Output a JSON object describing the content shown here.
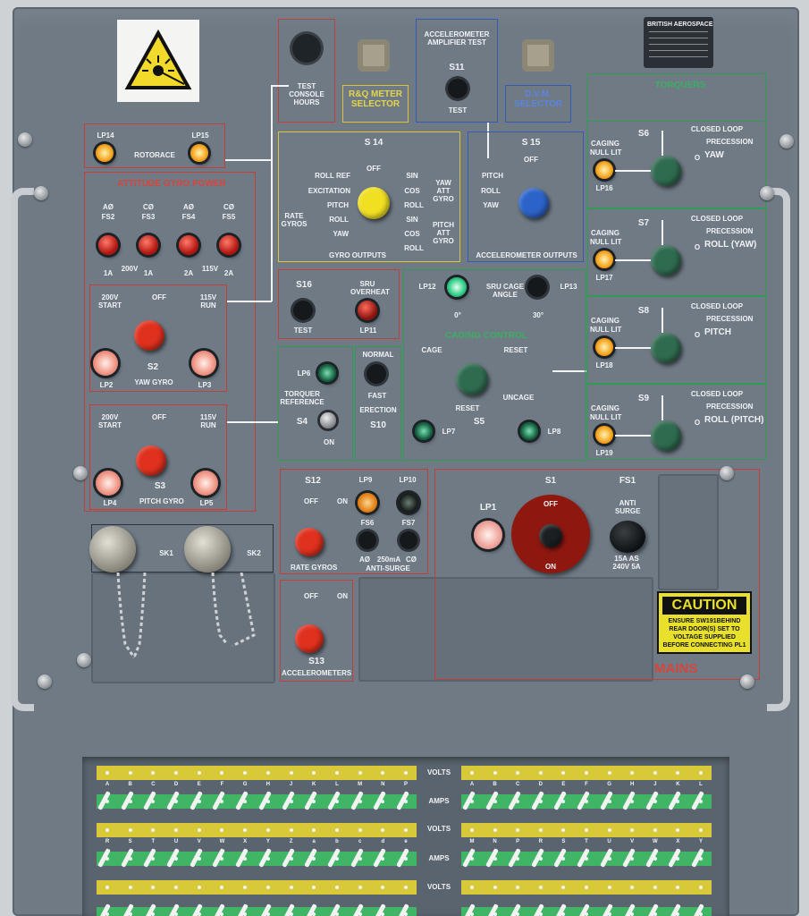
{
  "top_center": {
    "test_console_hours": "TEST CONSOLE HOURS",
    "rq_meter_selector": "R&Q METER SELECTOR",
    "accel_amp_test": "ACCELEROMETER AMPLIFIER TEST",
    "s11": "S11",
    "test": "TEST",
    "dvm_selector": "D.V.M. SELECTOR",
    "plate": "BRITISH AEROSPACE"
  },
  "rotorace": {
    "lp14": "LP14",
    "lp15": "LP15",
    "label": "ROTORACE"
  },
  "attitude_gyro_power": {
    "title": "ATTITUDE GYRO POWER",
    "fuses": [
      {
        "top": "AØ",
        "name": "FS2",
        "rating": "1A"
      },
      {
        "top": "CØ",
        "name": "FS3",
        "rating": "1A"
      },
      {
        "top": "AØ",
        "name": "FS4",
        "rating": "2A"
      },
      {
        "top": "CØ",
        "name": "FS5",
        "rating": "2A"
      }
    ],
    "v200": "200V",
    "v115": "115V",
    "s2": {
      "start": "200V START",
      "off": "OFF",
      "run": "115V RUN",
      "name": "S2",
      "gyro": "YAW GYRO",
      "lp_left": "LP2",
      "lp_right": "LP3"
    },
    "s3": {
      "start": "200V START",
      "off": "OFF",
      "run": "115V RUN",
      "name": "S3",
      "gyro": "PITCH GYRO",
      "lp_left": "LP4",
      "lp_right": "LP5"
    }
  },
  "s14": {
    "name": "S 14",
    "off": "OFF",
    "left": [
      "ROLL REF",
      "EXCITATION",
      "PITCH",
      "ROLL",
      "YAW"
    ],
    "rate_gyros": "RATE GYROS",
    "right": [
      "SIN",
      "COS",
      "ROLL",
      "SIN",
      "COS",
      "ROLL"
    ],
    "yaw_att": "YAW ATT GYRO",
    "pitch_att": "PITCH ATT GYRO",
    "footer": "GYRO OUTPUTS"
  },
  "s15": {
    "name": "S 15",
    "off": "OFF",
    "items": [
      "PITCH",
      "ROLL",
      "YAW"
    ],
    "footer": "ACCELEROMETER OUTPUTS"
  },
  "s16": {
    "name": "S16",
    "test": "TEST",
    "sru": "SRU OVERHEAT",
    "lp": "LP11"
  },
  "sru_cage": {
    "lp12": "LP12",
    "label": "SRU CAGE ANGLE",
    "lp13": "LP13",
    "a0": "0°",
    "a30": "30°",
    "title": "CAGING CONTROL"
  },
  "s4": {
    "lp": "LP6",
    "torquer": "TORQUER REFERENCE",
    "name": "S4",
    "on": "ON"
  },
  "s10": {
    "normal": "NORMAL",
    "fast": "FAST",
    "erection": "ERECTION",
    "name": "S10"
  },
  "s5": {
    "cage": "CAGE",
    "reset": "RESET",
    "uncage": "UNCAGE",
    "reset2": "RESET",
    "name": "S5",
    "lp7": "LP7",
    "lp8": "LP8"
  },
  "right_switches": {
    "title": "TORQUERS",
    "items": [
      {
        "name": "S6",
        "lp": "LP16",
        "axis": "YAW"
      },
      {
        "name": "S7",
        "lp": "LP17",
        "axis": "ROLL (YAW)"
      },
      {
        "name": "S8",
        "lp": "LP18",
        "axis": "PITCH"
      },
      {
        "name": "S9",
        "lp": "LP19",
        "axis": "ROLL (PITCH)"
      }
    ],
    "caging": "CAGING",
    "null_lit": "NULL LIT",
    "closed_loop": "CLOSED LOOP",
    "precession": "PRECESSION",
    "o": "O"
  },
  "s12": {
    "name": "S12",
    "off": "OFF",
    "on": "ON",
    "lp9": "LP9",
    "lp10": "LP10",
    "fs6": "FS6",
    "fs7": "FS7",
    "a0": "AØ",
    "ma": "250mA",
    "c0": "CØ",
    "footer": "RATE GYROS",
    "anti": "ANTI-SURGE"
  },
  "s13": {
    "name": "S13",
    "off": "OFF",
    "on": "ON",
    "footer": "ACCELEROMETERS"
  },
  "sockets": {
    "sk1": "SK1",
    "sk2": "SK2"
  },
  "mains": {
    "lp1": "LP1",
    "s1": "S1",
    "off": "OFF",
    "on": "ON",
    "fs1": "FS1",
    "anti": "ANTI SURGE",
    "rating": "15A AS 240V 5A",
    "label": "MAINS"
  },
  "caution": {
    "title": "CAUTION",
    "text": "ENSURE SW191BEHIND REAR DOOR(S) SET TO VOLTAGE SUPPLIED BEFORE CONNECTING PL1"
  },
  "meters": {
    "volts": "VOLTS",
    "amps": "AMPS",
    "left_letters_1": [
      "A",
      "B",
      "C",
      "D",
      "E",
      "F",
      "G",
      "H",
      "J",
      "K",
      "L",
      "M",
      "N",
      "P"
    ],
    "right_letters_1": [
      "A",
      "B",
      "C",
      "D",
      "E",
      "F",
      "G",
      "H",
      "J",
      "K",
      "L"
    ],
    "left_letters_2": [
      "R",
      "S",
      "T",
      "U",
      "V",
      "W",
      "X",
      "Y",
      "Z",
      "a",
      "b",
      "c",
      "d",
      "e"
    ],
    "right_letters_2": [
      "M",
      "N",
      "P",
      "R",
      "S",
      "T",
      "U",
      "V",
      "W",
      "X",
      "Y"
    ]
  },
  "colors": {
    "panel": "#6f7a85",
    "red_line": "#c2403c",
    "knob_red": "#e0301e",
    "knob_green": "#2f6b4f",
    "knob_yellow": "#f1df22",
    "knob_blue": "#2c63c9"
  }
}
